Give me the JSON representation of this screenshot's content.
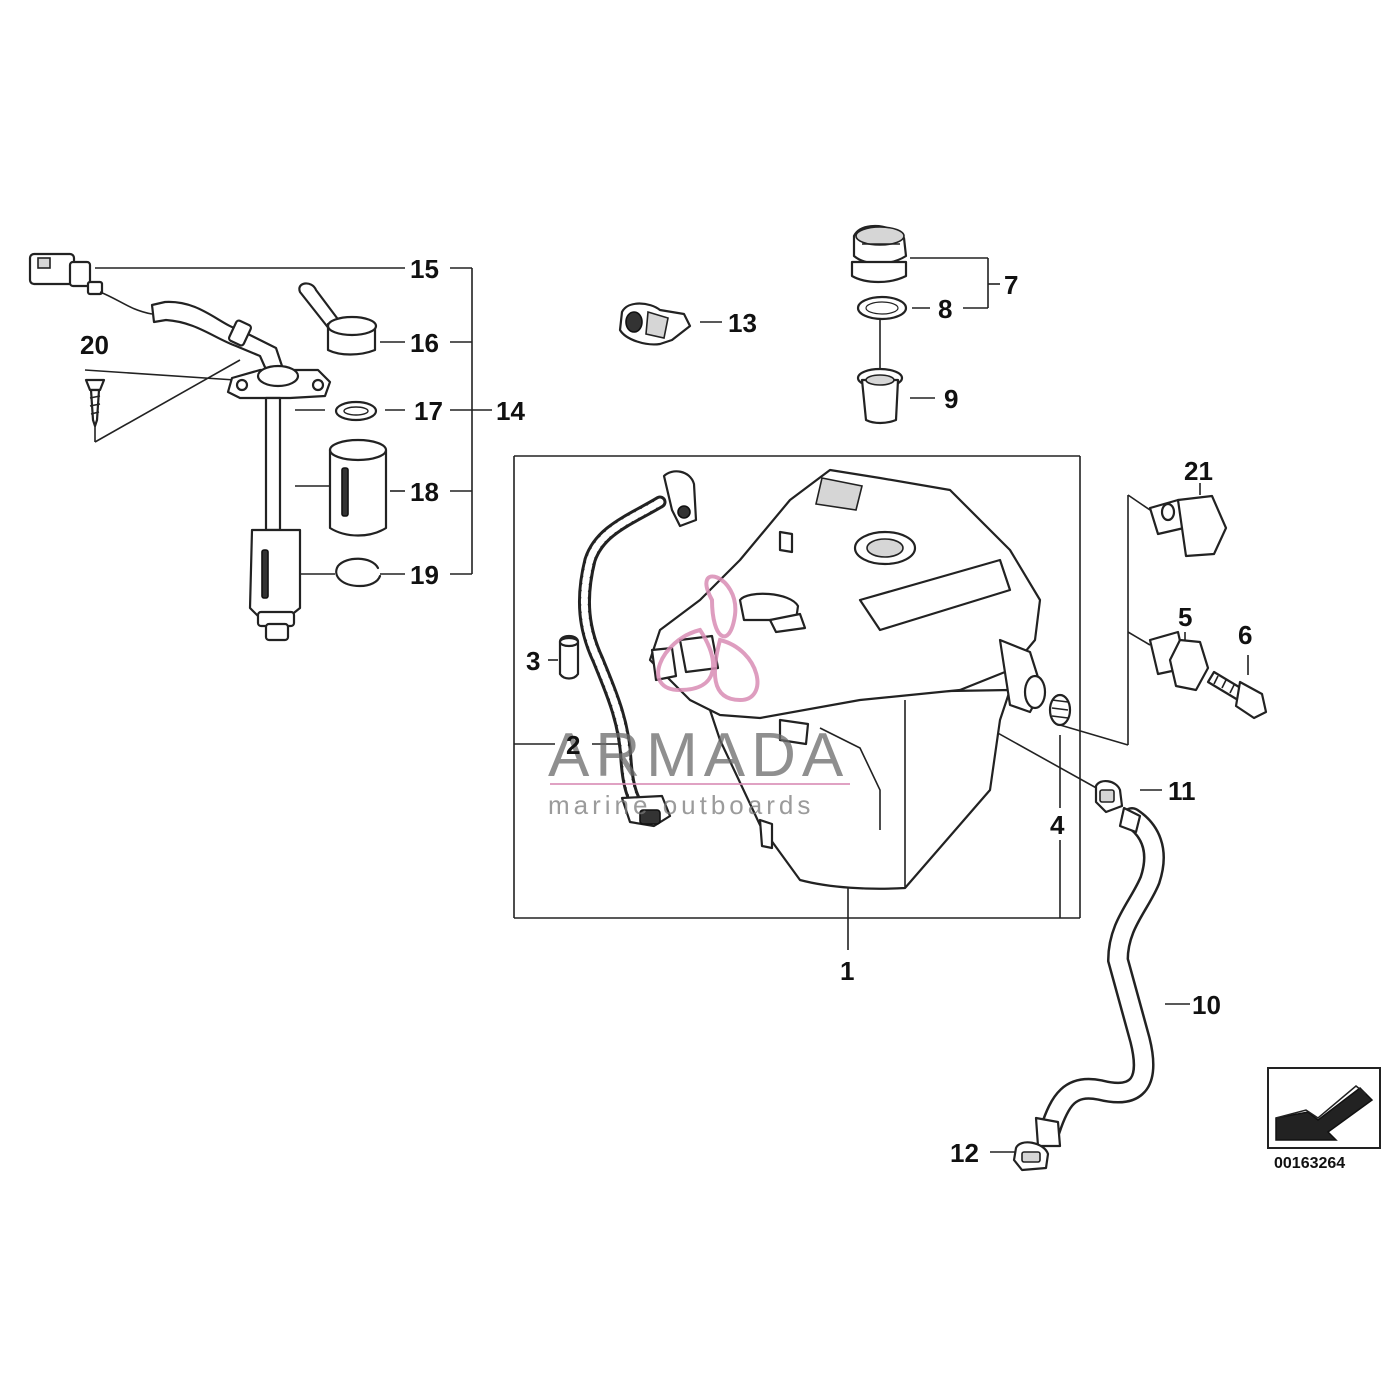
{
  "diagram": {
    "callouts": [
      "1",
      "2",
      "3",
      "4",
      "5",
      "6",
      "7",
      "8",
      "9",
      "10",
      "11",
      "12",
      "13",
      "14",
      "15",
      "16",
      "17",
      "18",
      "19",
      "20",
      "21"
    ],
    "reference_number": "00163264"
  },
  "watermark": {
    "brand": "ARMADA",
    "tagline": "marine outboards",
    "accent_color": "#d98cb5"
  }
}
